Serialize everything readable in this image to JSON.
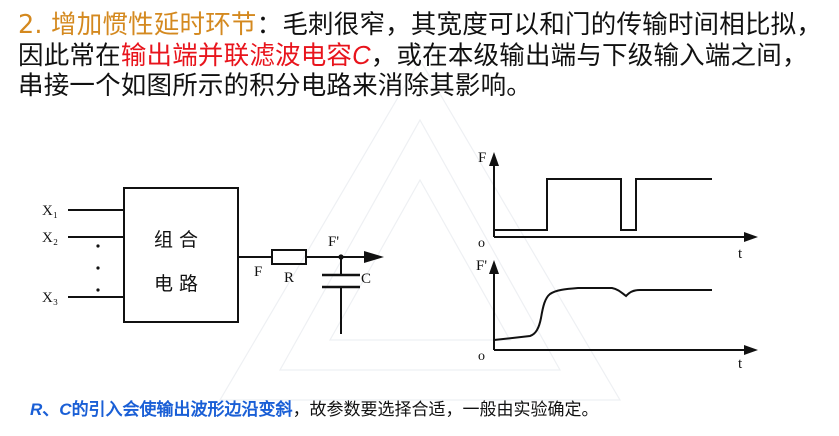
{
  "paragraph": {
    "heading": "2. 增加惯性延时环节",
    "text_1": "：毛刺很窄，其宽度可以和门的传输时间相比拟，因此常在",
    "highlight": "输出端并联滤波电容",
    "highlight_var": "C",
    "text_2": "，或在本级输出端与下级输入端之间，串接一个如图所示的积分电路来消除其影响。"
  },
  "circuit": {
    "input_1": "X₁",
    "input_2": "X₂",
    "input_3": "X₃",
    "block_line_1": "组 合",
    "block_line_2": "电 路",
    "node_f": "F",
    "resistor": "R",
    "node_f_prime": "F'",
    "capacitor": "C"
  },
  "waveform_top": {
    "y_label": "F",
    "origin": "o",
    "x_label": "t"
  },
  "waveform_bottom": {
    "y_label": "F'",
    "origin": "o",
    "x_label": "t"
  },
  "footer": {
    "var_r": "R",
    "separator": "、",
    "var_c": "C",
    "emphasis": "的引入会使输出波形边沿变斜",
    "rest": "，故参数要选择合适，一般由实验确定。"
  },
  "colors": {
    "heading": "#d4891f",
    "highlight": "#e8141c",
    "emphasis": "#1a5fd6"
  }
}
